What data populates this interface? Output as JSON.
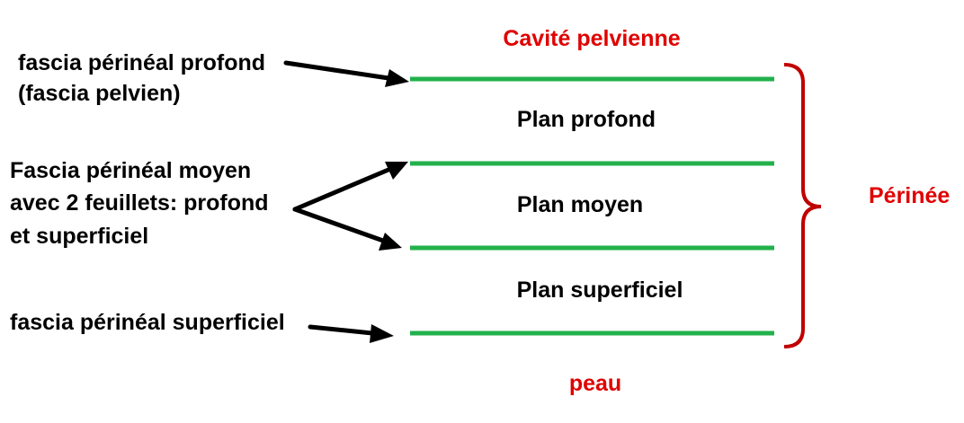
{
  "colors": {
    "layer_line": "#22b14c",
    "accent_red": "#e00000",
    "brace": "#c00000",
    "arrow": "#000000",
    "text": "#000000"
  },
  "top_label": "Cavité pelvienne",
  "bottom_label": "peau",
  "brace_label": "Périnée",
  "planes": {
    "deep": "Plan profond",
    "middle": "Plan moyen",
    "superficial": "Plan superficiel"
  },
  "fascia_labels": {
    "deep_line1": "fascia périnéal profond",
    "deep_line2": "(fascia pelvien)",
    "middle_line1": "Fascia périnéal  moyen",
    "middle_line2": "avec 2 feuillets: profond",
    "middle_line3": "et superficiel",
    "superficial": "fascia périnéal superficiel"
  }
}
